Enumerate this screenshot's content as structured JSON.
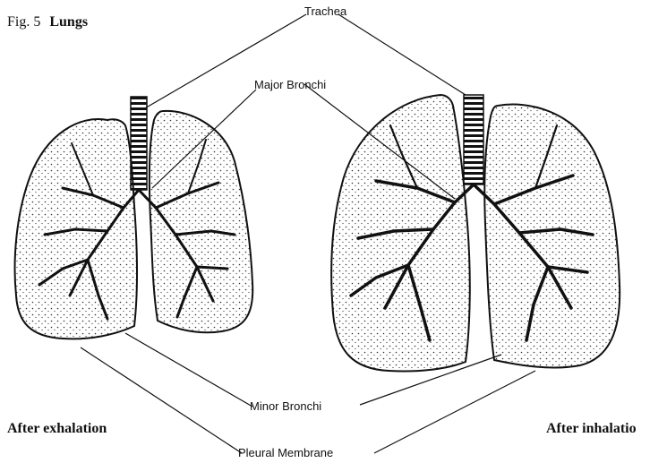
{
  "figure": {
    "number": "Fig. 5",
    "title": "Lungs"
  },
  "labels": {
    "trachea": "Trachea",
    "major_bronchi": "Major Bronchi",
    "minor_bronchi": "Minor Bronchi",
    "pleural_membrane": "Pleural Membrane"
  },
  "captions": {
    "left": "After exhalation",
    "right": "After inhalatio"
  },
  "colors": {
    "ink": "#111111",
    "background": "#ffffff",
    "stipple": "#333333"
  }
}
